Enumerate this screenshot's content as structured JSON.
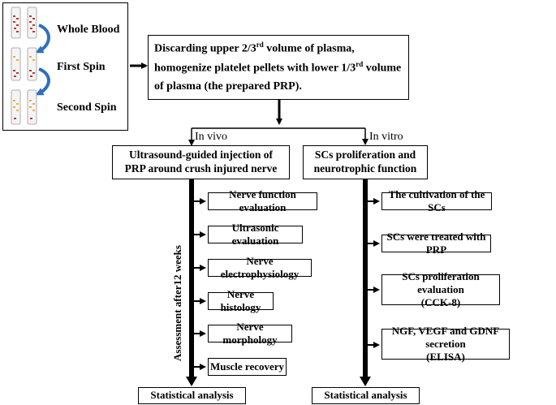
{
  "centrifuge": {
    "steps": [
      "Whole Blood",
      "First Spin",
      "Second Spin"
    ]
  },
  "prp_box": {
    "line1_pre": "Discarding upper 2/3",
    "line1_sup": "rd",
    "line1_post": " volume of plasma,",
    "line2_pre": "homogenize platelet pellets with lower 1/3",
    "line2_sup": "rd",
    "line2_post": " volume",
    "line3": "of plasma (the prepared PRP)."
  },
  "branches": {
    "in_vivo": "In vivo",
    "in_vitro": "In vitro"
  },
  "in_vivo": {
    "title_line1": "Ultrasound-guided injection of",
    "title_line2": "PRP around crush injured nerve",
    "side_label": "Assessment after12 weeks",
    "steps": [
      "Nerve function evaluation",
      "Ultrasonic evaluation",
      "Nerve electrophysiology",
      "Nerve histology",
      "Nerve morphology",
      "Muscle recovery"
    ],
    "final": "Statistical analysis"
  },
  "in_vitro": {
    "title_line1": "SCs proliferation and",
    "title_line2": "neurotrophic function",
    "steps": [
      {
        "line1": "The cultivation of the SCs",
        "line2": ""
      },
      {
        "line1": "SCs were treated with PRP",
        "line2": ""
      },
      {
        "line1": "SCs proliferation evaluation",
        "line2": "(CCK-8)"
      },
      {
        "line1": "NGF, VEGF and GDNF secretion",
        "line2": "(ELISA)"
      }
    ],
    "final": "Statistical analysis"
  },
  "colors": {
    "line": "#000000",
    "blood_red": "#c0392b",
    "plasma_yellow": "#e8b04a",
    "arrow_blue": "#2f6fbf"
  }
}
